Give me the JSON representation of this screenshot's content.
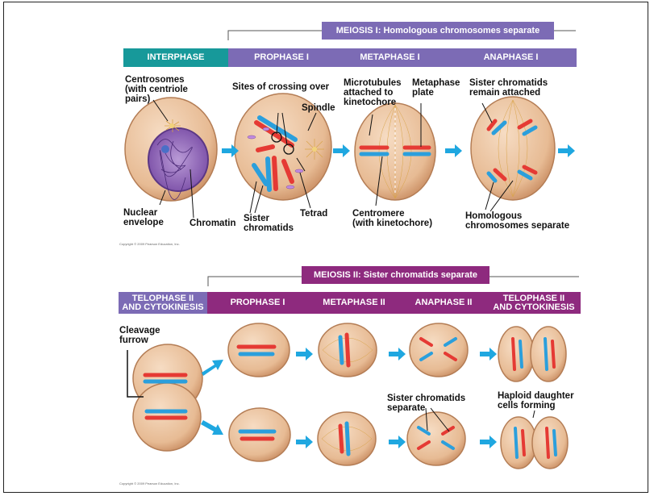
{
  "top_section": {
    "banner": "MEIOSIS I: Homologous chromosomes separate",
    "phases": [
      "INTERPHASE",
      "PROPHASE I",
      "METAPHASE I",
      "ANAPHASE I"
    ],
    "labels": {
      "centrosomes": "Centrosomes\n(with centriole\npairs)",
      "crossing_over": "Sites of crossing over",
      "spindle": "Spindle",
      "microtubules": "Microtubules\nattached to\nkinetochore",
      "metaphase_plate": "Metaphase\nplate",
      "sister_attached": "Sister chromatids\nremain attached",
      "nuclear_envelope": "Nuclear\nenvelope",
      "chromatin": "Chromatin",
      "sister_chromatids": "Sister\nchromatids",
      "tetrad": "Tetrad",
      "centromere": "Centromere\n(with kinetochore)",
      "homologous_separate": "Homologous\nchromosomes separate"
    },
    "copyright": "Copyright © 2009 Pearson Education, Inc."
  },
  "bottom_section": {
    "banner": "MEIOSIS II: Sister chromatids separate",
    "phases": [
      "TELOPHASE II\nAND CYTOKINESIS",
      "PROPHASE I",
      "METAPHASE II",
      "ANAPHASE II",
      "TELOPHASE II\nAND CYTOKINESIS"
    ],
    "labels": {
      "cleavage_furrow": "Cleavage\nfurrow",
      "sister_separate": "Sister chromatids\nseparate",
      "haploid": "Haploid daughter\ncells forming"
    },
    "copyright": "Copyright © 2009 Pearson Education, Inc."
  },
  "colors": {
    "teal": "#17999a",
    "purple": "#7c6bb5",
    "magenta": "#8e2a7e",
    "cell": "#e7bb94",
    "arrow": "#1fa7e0",
    "red": "#e53a34",
    "blue": "#2b9fdc"
  }
}
